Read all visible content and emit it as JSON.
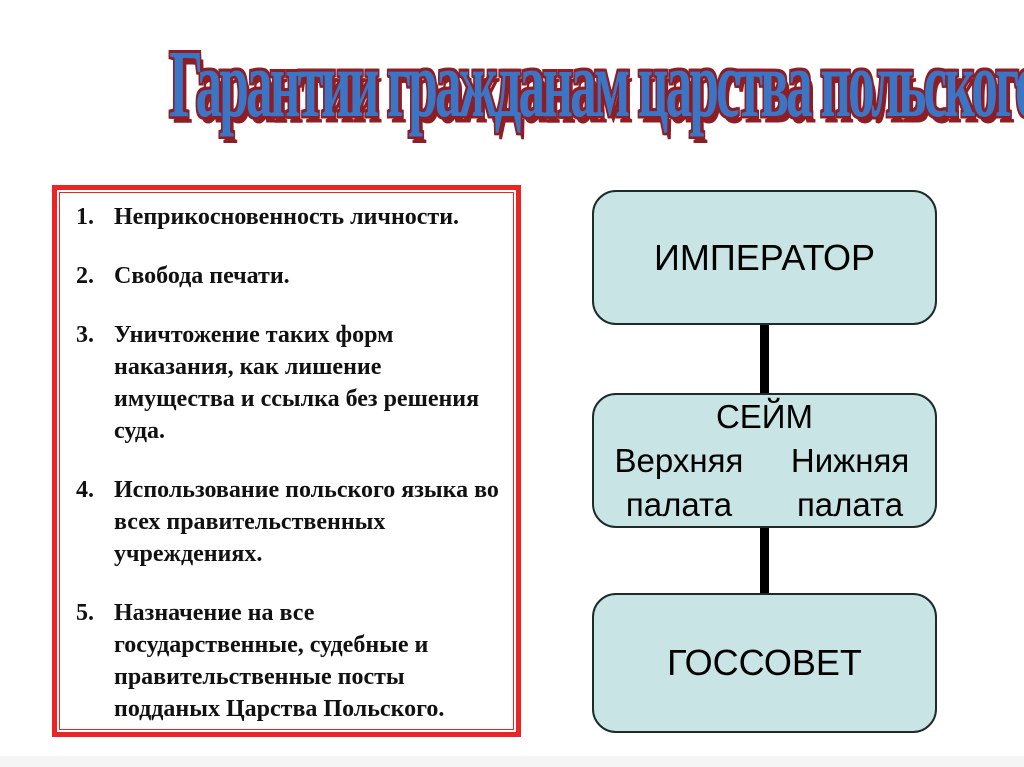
{
  "title": "Гарантии гражданам царства польского",
  "guarantees": {
    "items": [
      {
        "number": "1.",
        "text": "Неприкосновенность личности."
      },
      {
        "number": "2.",
        "text": "Свобода печати."
      },
      {
        "number": "3.",
        "text": "Уничтожение таких форм наказания, как лишение имущества и ссылка без решения суда."
      },
      {
        "number": "4.",
        "text": "Использование польского языка во всех правительственных учреждениях."
      },
      {
        "number": "5.",
        "text": "Назначение на все государственные, судебные и правительственные посты подданых Царства Польского."
      }
    ]
  },
  "diagram": {
    "emperor": {
      "label": "ИМПЕРАТОР"
    },
    "sejm": {
      "heading": "СЕЙМ",
      "left_top": "Верхняя",
      "left_bottom": "палата",
      "right_top": "Нижняя",
      "right_bottom": "палата"
    },
    "gossovet": {
      "label": "ГОССОВЕТ"
    }
  },
  "colors": {
    "title_blue": "#3b76c6",
    "title_outline_red": "#8e1d24",
    "list_border_red": "#ee2424",
    "node_fill": "#c9e4e5",
    "node_border": "#1d2b2b",
    "connector_black": "#000000"
  }
}
